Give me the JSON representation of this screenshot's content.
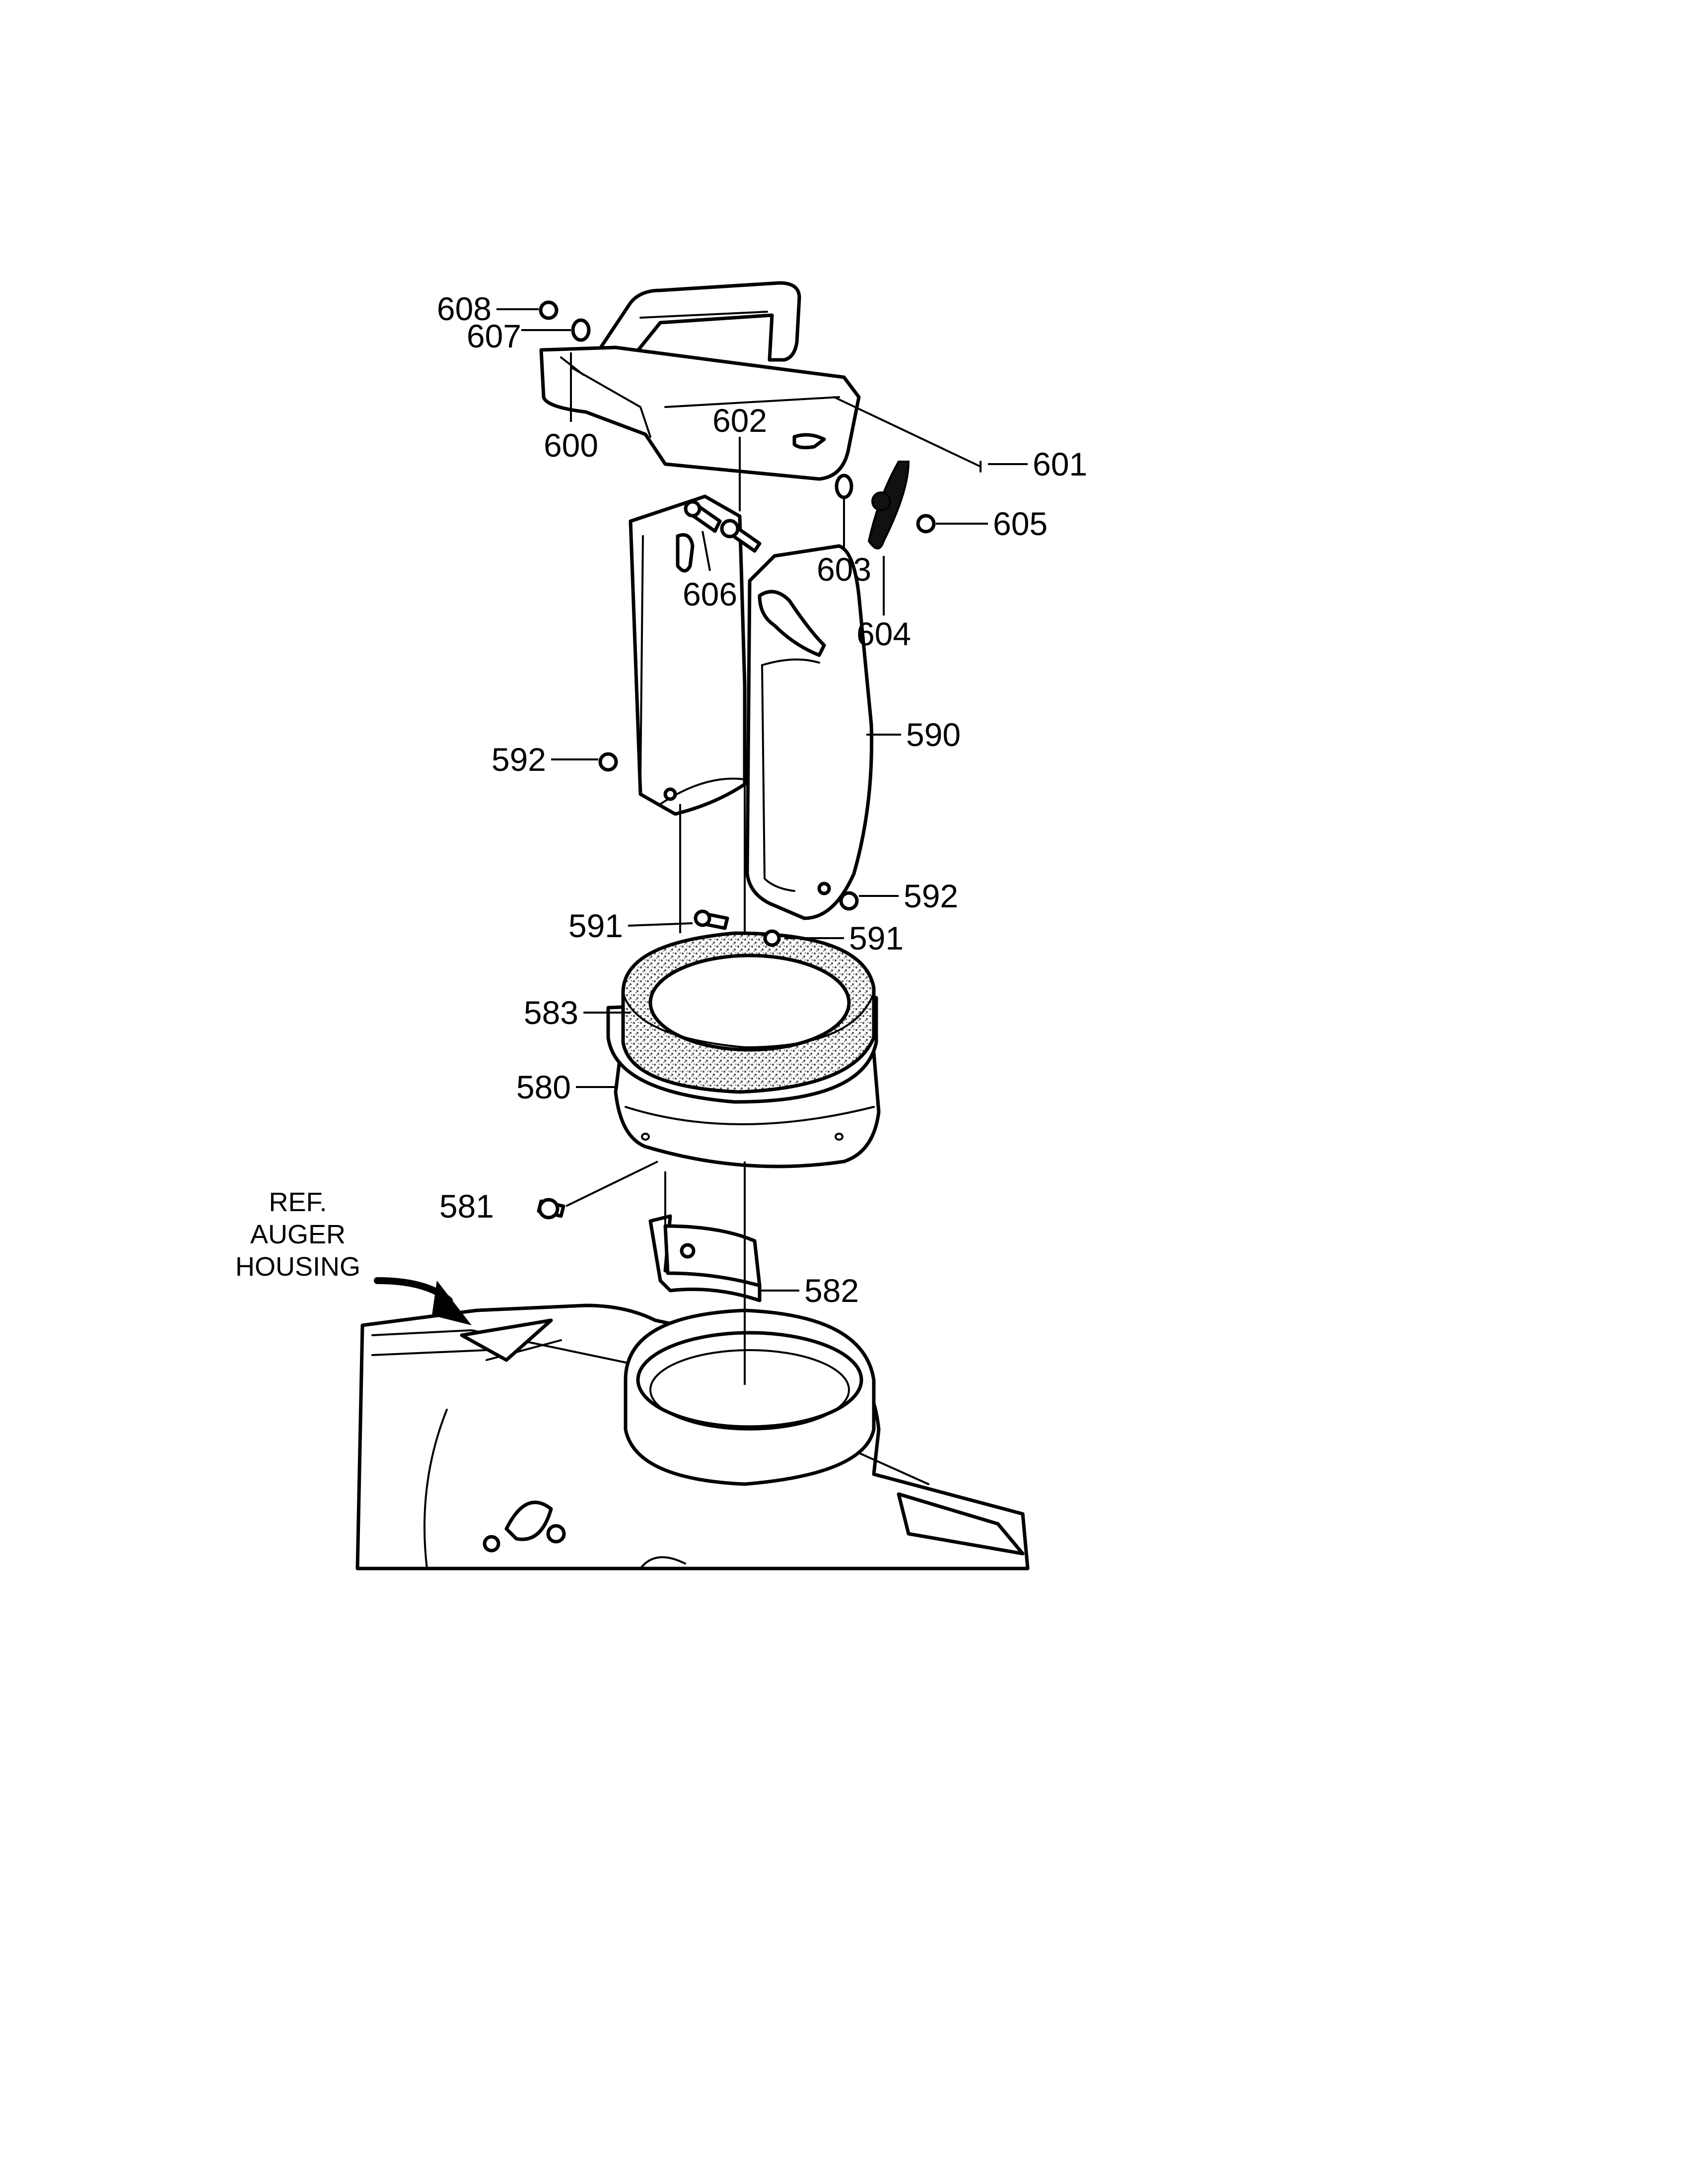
{
  "diagram": {
    "type": "exploded-parts-view",
    "colors": {
      "ink": "#000000",
      "paper": "#ffffff",
      "gasket_fill": "#b8b8b8"
    },
    "callouts": [
      {
        "id": "608",
        "label": "608"
      },
      {
        "id": "607",
        "label": "607"
      },
      {
        "id": "600",
        "label": "600"
      },
      {
        "id": "602",
        "label": "602"
      },
      {
        "id": "601",
        "label": "601"
      },
      {
        "id": "605",
        "label": "605"
      },
      {
        "id": "603",
        "label": "603"
      },
      {
        "id": "606",
        "label": "606"
      },
      {
        "id": "604",
        "label": "604"
      },
      {
        "id": "590",
        "label": "590"
      },
      {
        "id": "592a",
        "label": "592"
      },
      {
        "id": "592b",
        "label": "592"
      },
      {
        "id": "591a",
        "label": "591"
      },
      {
        "id": "591b",
        "label": "591"
      },
      {
        "id": "583",
        "label": "583"
      },
      {
        "id": "580",
        "label": "580"
      },
      {
        "id": "581",
        "label": "581"
      },
      {
        "id": "582",
        "label": "582"
      }
    ],
    "reference": {
      "line1": "REF.",
      "line2": "AUGER",
      "line3": "HOUSING"
    }
  }
}
